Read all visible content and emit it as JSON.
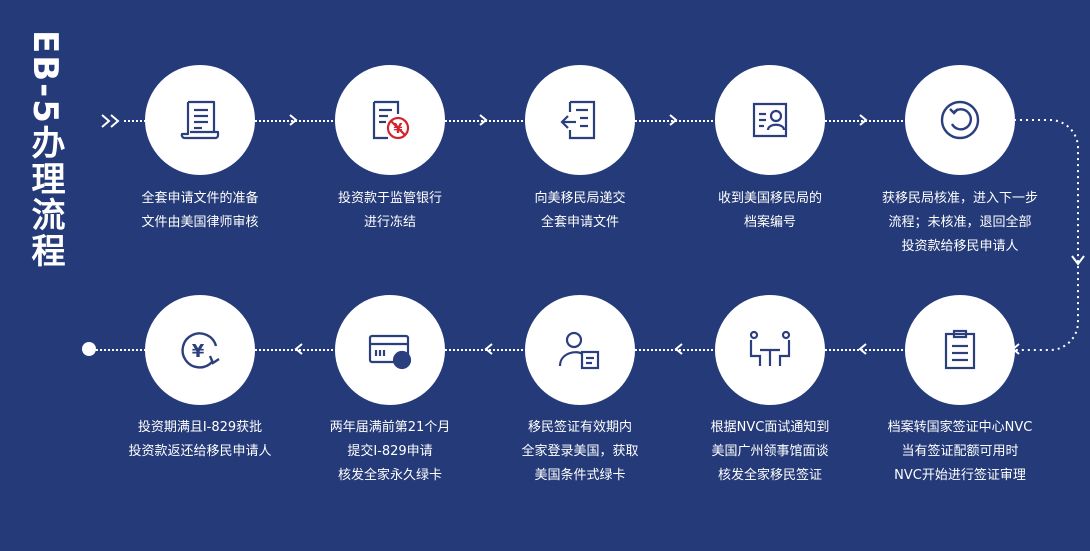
{
  "title": "EB-5办理流程",
  "colors": {
    "background": "#253a78",
    "icon": "#2b3f7e",
    "accent": "#d2242a"
  },
  "steps": [
    {
      "icon": "scroll-icon",
      "lines": [
        "全套申请文件的准备",
        "文件由美国律师审核"
      ]
    },
    {
      "icon": "bank-lock-icon",
      "lines": [
        "投资款于监管银行",
        "进行冻结"
      ]
    },
    {
      "icon": "document-submit-icon",
      "lines": [
        "向美移民局递交",
        "全套申请文件"
      ]
    },
    {
      "icon": "id-card-icon",
      "lines": [
        "收到美国移民局的",
        "档案编号"
      ]
    },
    {
      "icon": "refresh-icon",
      "lines": [
        "获移民局核准，进入下一步",
        "流程；未核准，退回全部",
        "投资款给移民申请人"
      ]
    },
    {
      "icon": "clipboard-icon",
      "lines": [
        "档案转国家签证中心NVC",
        "当有签证配额可用时",
        "NVC开始进行签证审理"
      ]
    },
    {
      "icon": "interview-icon",
      "lines": [
        "根据NVC面试通知到",
        "美国广州领事馆面谈",
        "核发全家移民签证"
      ]
    },
    {
      "icon": "person-document-icon",
      "lines": [
        "移民签证有效期内",
        "全家登录美国，获取",
        "美国条件式绿卡"
      ]
    },
    {
      "icon": "green-card-icon",
      "lines": [
        "两年届满前第21个月",
        "提交I-829申请",
        "核发全家永久绿卡"
      ]
    },
    {
      "icon": "yuan-return-icon",
      "lines": [
        "投资期满且I-829获批",
        "投资款返还给移民申请人"
      ]
    }
  ]
}
